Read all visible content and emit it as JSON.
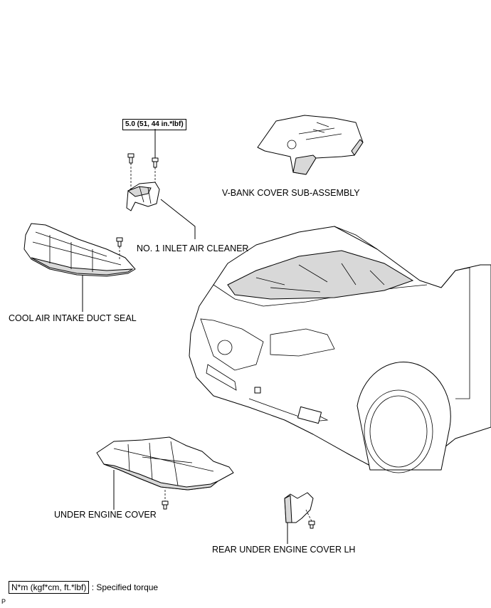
{
  "labels": {
    "v_bank_cover": "V-BANK COVER SUB-ASSEMBLY",
    "inlet_air_cleaner": "NO. 1 INLET AIR CLEANER",
    "cool_air_intake_duct_seal": "COOL AIR INTAKE DUCT SEAL",
    "under_engine_cover": "UNDER ENGINE COVER",
    "rear_under_engine_cover_lh": "REAR UNDER ENGINE COVER LH"
  },
  "torque_spec": "5.0 (51, 44 in.*lbf)",
  "legend": {
    "unit": "N*m (kgf*cm, ft.*lbf)",
    "description": ": Specified torque"
  },
  "corner_mark": "P"
}
